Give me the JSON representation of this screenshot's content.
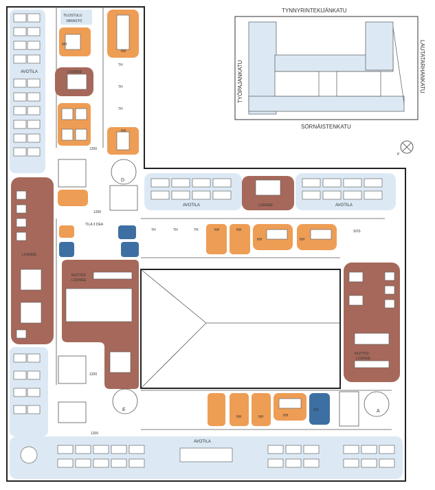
{
  "colors": {
    "open_area": "#dce9f5",
    "meeting_room": "#ee9d55",
    "lounge": "#a5685a",
    "wc": "#3d6fa3",
    "wall": "#222222"
  },
  "labels": {
    "tilostuu_1": "TILOSTULU",
    "tilostuu_2": "VARASTO",
    "avotila": "AVOTILA",
    "lounge": "LOUNGE",
    "nh": "NH",
    "th": "TH",
    "dim_1200": "1200",
    "tila3": "TILA 3 DEA",
    "keittio_1": "KEITTIÖ/",
    "keittio_2": "LOUNGE",
    "stair_a": "A",
    "stair_d": "D",
    "stair_e": "E",
    "wc": "WC",
    "sos": "SOS",
    "north": "P"
  },
  "location_map": {
    "street_north": "TYNNYRINTEKIJÄNKATU",
    "street_south": "SÖRNÄISTENKATU",
    "street_west": "TYÖPAJANKATU",
    "street_east": "LAUTATARHANKATU"
  }
}
